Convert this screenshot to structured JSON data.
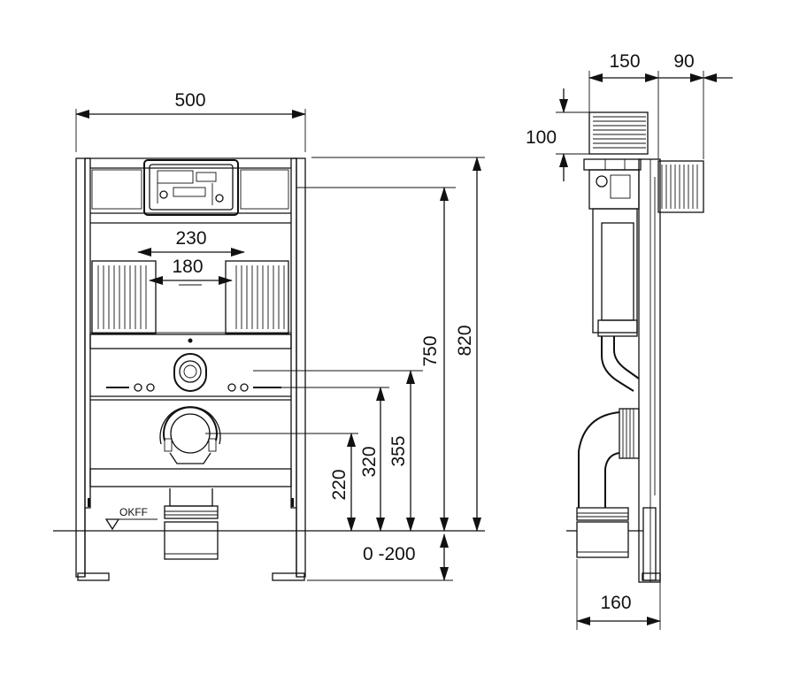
{
  "front_view": {
    "width_total": "500",
    "width_outer_openings": "230",
    "width_inner_openings": "180",
    "height_total": "820",
    "height_inner": "750",
    "height_355": "355",
    "height_320": "320",
    "height_220": "220",
    "floor_offset": "0 -200",
    "floor_label": "OKFF"
  },
  "side_view": {
    "depth_cistern": "150",
    "depth_box": "90",
    "height_box": "100",
    "depth_bottom": "160"
  }
}
